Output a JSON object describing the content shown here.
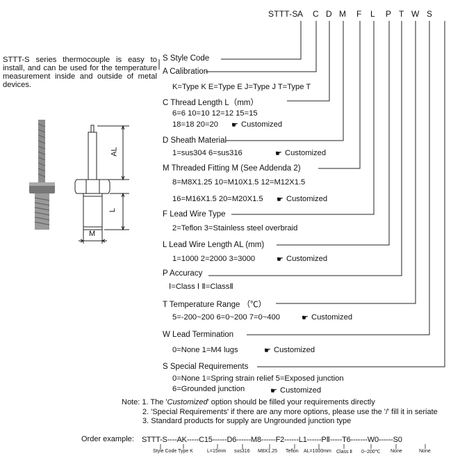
{
  "header": {
    "prefix": "STTT-S",
    "letters": [
      "A",
      "C",
      "D",
      "M",
      "F",
      "L",
      "P",
      "T",
      "W",
      "S"
    ]
  },
  "intro": "STTT-S series thermocouple is easy to install, and can be used for the temperature measurement inside and outside of metal devices.",
  "drawing": {
    "al_label": "AL",
    "l_label": "L",
    "m_label": "M"
  },
  "items": {
    "s": {
      "title": "S  Style Code"
    },
    "a": {
      "title": "A  Calibration",
      "opts1": "K=Type K  E=Type E  J=Type J  T=Type T"
    },
    "c": {
      "title": "C  Thread Length L（mm）",
      "opts1": "6=6   10=10   12=12   15=15",
      "opts2": "18=18  20=20",
      "custom": "Customized"
    },
    "d": {
      "title": "D Sheath Material",
      "opts1": "1=sus304     6=sus316",
      "custom": "Customized"
    },
    "m": {
      "title": "M  Threaded Fitting M (See Addenda 2)",
      "opts1": "8=M8X1.25   10=M10X1.5   12=M12X1.5",
      "opts2": "16=M16X1.5  20=M20X1.5",
      "custom": "Customized"
    },
    "f": {
      "title": "F  Lead Wire Type",
      "opts1": "2=Teflon     3=Stainless steel overbraid"
    },
    "l": {
      "title": "L  Lead Wire Length AL (mm)",
      "opts1": "1=1000  2=2000  3=3000",
      "custom": "Customized"
    },
    "p": {
      "title": "P  Accuracy",
      "opts1": "Ⅰ=Class Ⅰ   Ⅱ=ClassⅡ"
    },
    "t": {
      "title": "T  Temperature Range （℃）",
      "opts1": "5=-200~200   6=0~200   7=0~400",
      "custom": "Customized"
    },
    "w": {
      "title": "W  Lead Termination",
      "opts1": "0=None     1=M4 lugs",
      "custom": "Customized"
    },
    "s2": {
      "title": "S  Special Requirements",
      "opts1": "0=None    1=Spring strain relief    5=Exposed junction",
      "opts2": "6=Grounded junction",
      "custom": "Customized"
    }
  },
  "notes": {
    "n1a": "Note: 1. The '",
    "n1b": "Customized",
    "n1c": "' option should be filled your requirements directly",
    "n2": "2. 'Special Requirements' if there are any more options, please use the '/' fill it in seriate",
    "n3": "3. Standard products for supply are Ungrounded junction type"
  },
  "order": {
    "label": "Order example:",
    "code": "STTT-S----AK-----C15------D6------M8------F2------L1------PⅡ-----T6-------W0------S0",
    "captions": [
      "Style Code",
      "Type  K",
      "L=15mm",
      "sus316",
      "M8X1.25",
      "Teflon",
      "AL=1000mm",
      "Class Ⅱ",
      "0~200℃",
      "None",
      "None"
    ]
  }
}
